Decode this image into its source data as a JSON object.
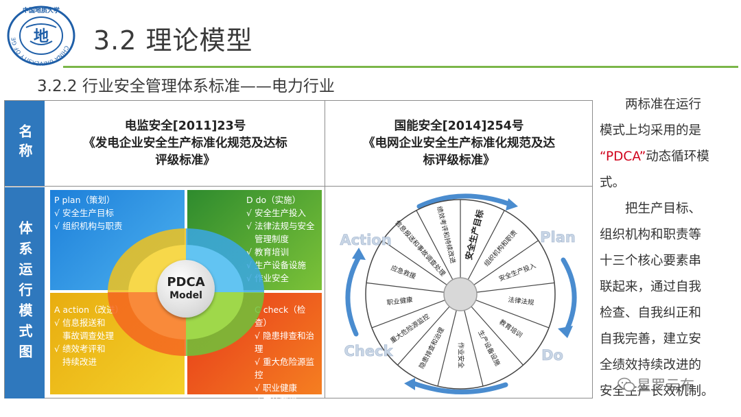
{
  "header": {
    "title": "3.2 理论模型",
    "subtitle": "3.2.2 行业安全管理体系标准——电力行业",
    "logo": {
      "top_text": "中国地质大学",
      "ring_text": "CHINA UNIVERSITY OF GEOSCIENCES",
      "center": "地"
    }
  },
  "table": {
    "row_labels": {
      "name": "名称",
      "system": "体系运行模式图"
    },
    "col1": {
      "line1": "电监安全[2011]23号",
      "line2": "《发电企业安全生产标准化规范及达标",
      "line3": "评级标准》"
    },
    "col2": {
      "line1": "国能安全[2014]254号",
      "line2": "《电网企业安全生产标准化规范及达",
      "line3": "标评级标准》"
    }
  },
  "pdca": {
    "center1": "PDCA",
    "center2": "Model",
    "plan": {
      "title": "P plan（策划）",
      "items": [
        "√ 安全生产目标",
        "√ 组织机构与职责"
      ]
    },
    "do": {
      "title": "D do（实施）",
      "items": [
        "√ 安全生产投入",
        "√ 法律法规与安全",
        "管理制度",
        "√ 教育培训",
        "√ 生产设备设施",
        "√ 作业安全"
      ]
    },
    "action": {
      "title": "A action（改进）",
      "items": [
        "√ 信息报送和",
        "事故调查处理",
        "√ 绩效考评和",
        "持续改进"
      ]
    },
    "check": {
      "title": "C check（检查）",
      "items": [
        "√ 隐患排查和治理",
        "√ 重大危险源监控",
        "√ 职业健康",
        "√ 应急救援"
      ]
    }
  },
  "cycle": {
    "labels": {
      "action": "Action",
      "plan": "Plan",
      "check": "Check",
      "do": "Do"
    },
    "segments": [
      "安全生产目标",
      "组织机构和职责",
      "安全生产投入",
      "法律法规",
      "教育培训",
      "生产设备设施",
      "作业安全",
      "隐患排查和治理",
      "重大危险源监控",
      "职业健康",
      "应急救援",
      "信息报送和事故调查处理",
      "绩效考评和持续改进"
    ]
  },
  "side_text": {
    "p1_line1": "两标准在运行",
    "p1_line2": "模式上均采用的是",
    "p1_quote": "“PDCA”",
    "p1_rest": "动态循环模",
    "p1_line4": "式。",
    "p2_line1": "把生产目标、",
    "p2_line2": "组织机构和职责等",
    "p2_line3": "十三个核心要素串",
    "p2_line4": "联起来，通过自我",
    "p2_line5": "检查、自我纠正和",
    "p2_line6": "自我完善，建立安",
    "p2_line7": "全绩效持续改进的",
    "p2_line8": "安全生产长效机制。"
  },
  "watermark": "星罗云布",
  "colors": {
    "accent_blue": "#2f78bd",
    "rule_green": "#7ab648",
    "quote_red": "#d0021b",
    "cycle_arrow": "#4a8ccf",
    "cycle_label": "#c9d6e6"
  }
}
